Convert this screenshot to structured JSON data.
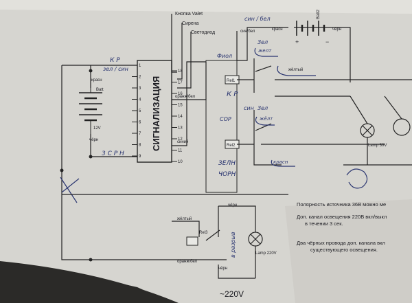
{
  "chip": {
    "title": "СИГНАЛИЗАЦИЯ",
    "pins_left": [
      "1",
      "2",
      "3",
      "4",
      "5",
      "6",
      "7",
      "8",
      "9"
    ],
    "pins_right": [
      "18",
      "17",
      "16",
      "15",
      "14",
      "13",
      "12",
      "11",
      "10"
    ]
  },
  "top_labels": {
    "valet": "Кнопка Valet",
    "siren": "Сирена",
    "led": "Светодиод"
  },
  "battery": {
    "name": "Batt",
    "voltage": "12V",
    "plus_wire": "красн",
    "minus_wire": "чёрн"
  },
  "battery2": {
    "name": "Batt2",
    "plus_wire": "красн",
    "minus_wire": "чёрн",
    "plus_sign": "+",
    "minus_sign": "−"
  },
  "wires": {
    "orange_white": "оранж/бел",
    "blue": "синий",
    "yellow": "жёлтый",
    "black": "чёрн",
    "orange_white_2": "оранж/бел",
    "red_bottom": "красн",
    "yellow_top": "жёлтый",
    "black_top": "чёрн",
    "blue_white": "син/бел"
  },
  "relays": {
    "rel1": "Rel1",
    "rel2": "Rel2",
    "rel3": "Rel3"
  },
  "lamps": {
    "lamp30": "Lamp 30V",
    "lamp220": "Lamp 220V"
  },
  "handwritten": {
    "kr_top": "К Р",
    "blue_red": "зел / син",
    "fiol": "Фиол",
    "kr_mid": "К Р",
    "sin_zel": "син / бел",
    "zel": "Зел",
    "zhelt": "желт",
    "sin": "син",
    "zel2": "Зел",
    "zhelt2": "жёлт",
    "krasn": "красн",
    "sor": "СОР",
    "zeln": "ЗЕЛН",
    "chorn": "ЧОРН",
    "zrn": "3 С Р Н",
    "v_razryv": "в разрыв"
  },
  "notes": [
    "Полярность источника 36В можно ме",
    "Доп. канал освещения 220В вкл/выкл",
    "в течении 3 сек.",
    "Два чёрных провода доп. канала вкл",
    "существующего освещения."
  ],
  "mains": "~220V",
  "colors": {
    "paper": "#d8d7d2",
    "ink": "#1c1c22",
    "pen": "#2a3570",
    "background": "#2b2a28"
  }
}
